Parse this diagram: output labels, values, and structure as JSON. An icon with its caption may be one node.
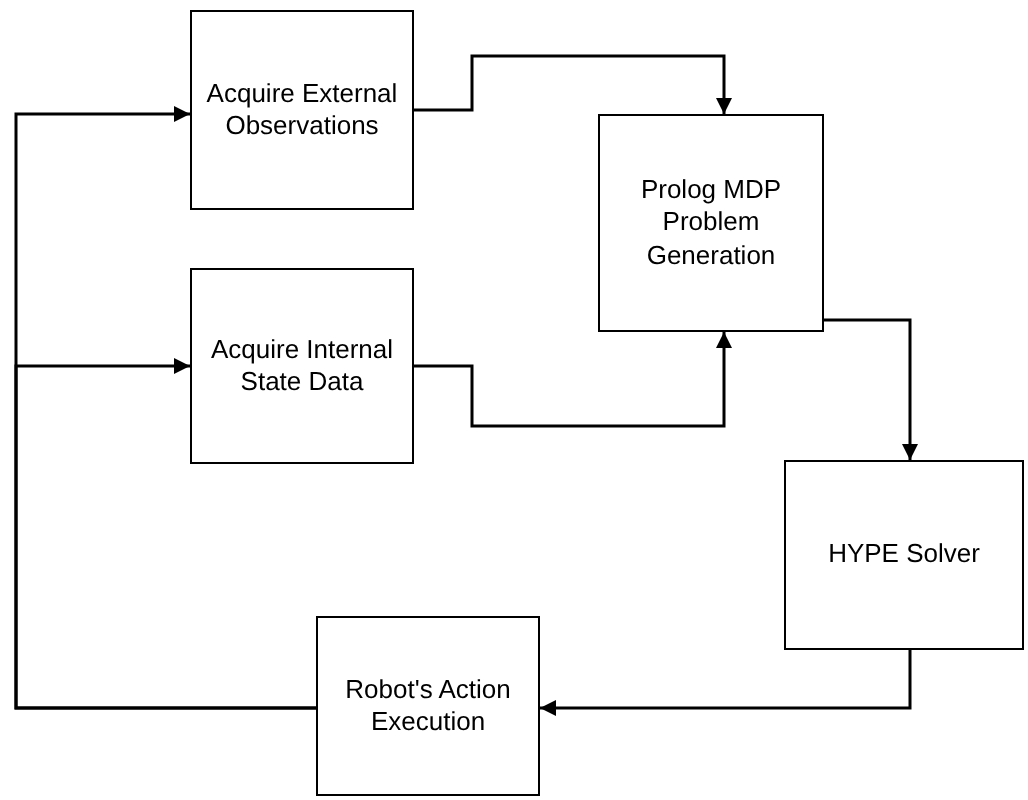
{
  "diagram": {
    "nodes": [
      {
        "text": [
          "Acquire External Observations"
        ]
      },
      {
        "text": [
          "Prolog MDP Problem Generation"
        ]
      },
      {
        "text": [
          "Acquire Internal State Data"
        ]
      },
      {
        "text": [
          "HYPE Solver"
        ]
      },
      {
        "text": [
          "Robot's Action Execution"
        ]
      }
    ],
    "edges": [
      {
        "from": 0,
        "to": 1,
        "arrow": "to"
      },
      {
        "from": 2,
        "to": 1,
        "arrow": "to"
      },
      {
        "from": 1,
        "to": 3,
        "arrow": "to"
      },
      {
        "from": 3,
        "to": 4,
        "arrow": "to"
      },
      {
        "from": 4,
        "to": 0,
        "arrow": "to"
      },
      {
        "from": 4,
        "to": 2,
        "arrow": "to"
      }
    ]
  }
}
